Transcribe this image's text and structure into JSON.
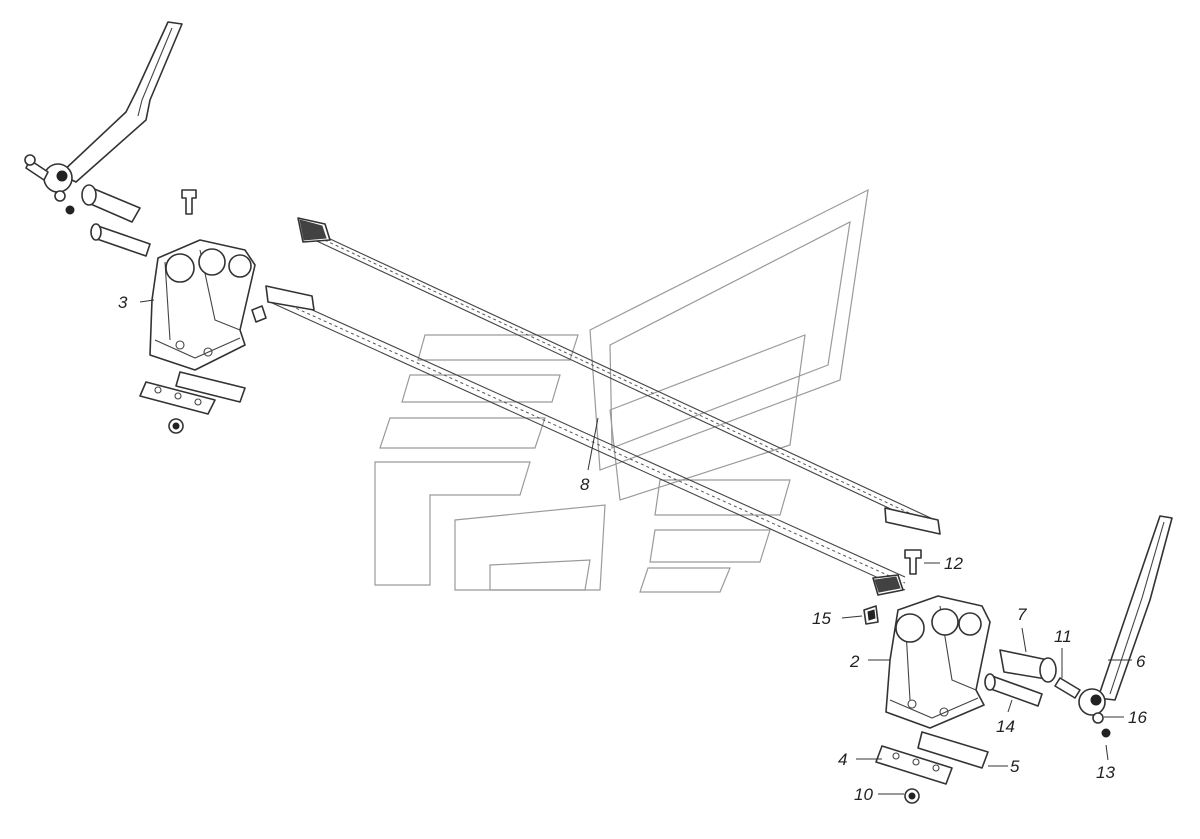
{
  "callouts": [
    "2",
    "3",
    "4",
    "5",
    "6",
    "7",
    "8",
    "10",
    "11",
    "12",
    "13",
    "14",
    "15",
    "16"
  ],
  "colors": {
    "ink": "#333333",
    "watermark": "#9a9a9a",
    "background": "#ffffff"
  }
}
